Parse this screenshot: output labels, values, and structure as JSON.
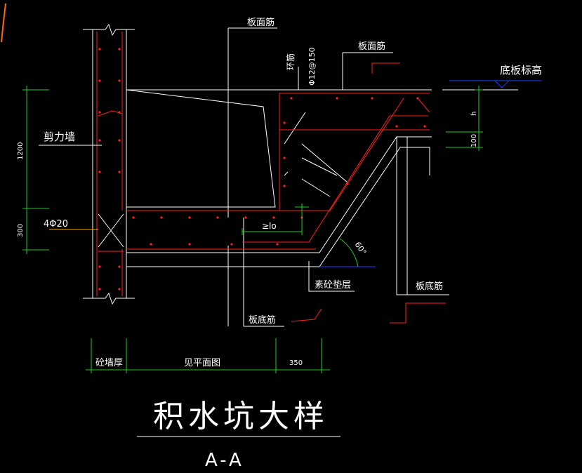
{
  "drawing": {
    "title": "积水坑大样",
    "section": "A-A",
    "colors": {
      "background": "#000000",
      "outline": "#ffffff",
      "rebar": "#ff2020",
      "dimension": "#22cc22",
      "level_marker": "#2040ff",
      "leader": "#ff0000"
    }
  },
  "labels": {
    "top_slab_rebar_left": "板面筋",
    "top_slab_rebar_right": "板面筋",
    "ring_bar": "环筋",
    "ring_bar_spec": "Φ12@150",
    "bottom_elevation": "底板标高",
    "shear_wall": "剪力墙",
    "corner_bars": "4Φ20",
    "anchorage": "≥lo",
    "angle": "60°",
    "plain_concrete_cushion": "素砼垫层",
    "slab_bottom_rebar_left": "板底筋",
    "slab_bottom_rebar_right": "板底筋"
  },
  "dimensions": {
    "left_upper": "1200",
    "left_lower": "300",
    "right_h": "h",
    "right_100": "100",
    "bottom_wall_thickness": "砼墙厚",
    "bottom_see_plan": "见平面图",
    "bottom_350": "350"
  }
}
